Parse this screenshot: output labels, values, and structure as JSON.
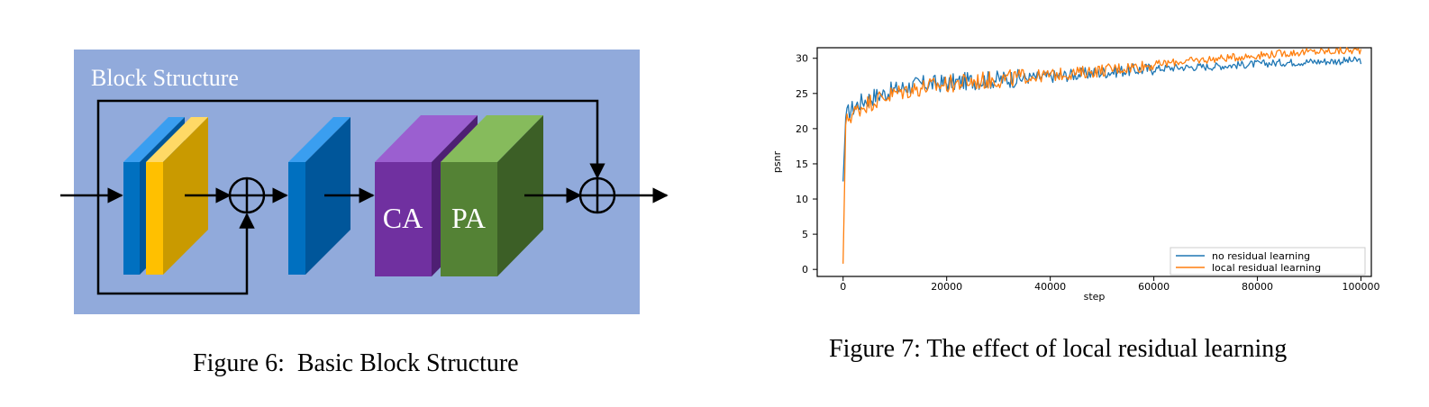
{
  "figure6": {
    "panel_title": "Block Structure",
    "label_ca": "CA",
    "label_pa": "PA",
    "caption": "Figure 6:  Basic Block Structure",
    "colors": {
      "panel": "#91aadb",
      "conv_front": "#0070c0",
      "conv_top": "#3a9ef0",
      "conv_side": "#00569a",
      "relu_front": "#ffc000",
      "relu_top": "#ffd966",
      "relu_side": "#c99a00",
      "ca_front": "#7030a0",
      "ca_top": "#9b5fd0",
      "ca_side": "#4e1f73",
      "pa_front": "#548235",
      "pa_top": "#86bb5c",
      "pa_side": "#3c5f26"
    }
  },
  "figure7": {
    "caption": "Figure 7: The effect of local residual learning",
    "chart_data": {
      "type": "line",
      "xlabel": "step",
      "ylabel": "psnr",
      "xlim": [
        -5000,
        102000
      ],
      "ylim": [
        -1,
        31.5
      ],
      "xticks": [
        0,
        20000,
        40000,
        60000,
        80000,
        100000
      ],
      "xtick_labels": [
        "0",
        "20000",
        "40000",
        "60000",
        "80000",
        "100000"
      ],
      "yticks": [
        0,
        5,
        10,
        15,
        20,
        25,
        30
      ],
      "ytick_labels": [
        "0",
        "5",
        "10",
        "15",
        "20",
        "25",
        "30"
      ],
      "legend_position": "lower-right",
      "series": [
        {
          "name": "no residual learning",
          "color": "#1f77b4",
          "x": [
            0,
            500,
            1000,
            2000,
            3000,
            4000,
            6000,
            8000,
            10000,
            12000,
            15000,
            18000,
            20000,
            25000,
            30000,
            35000,
            40000,
            45000,
            50000,
            55000,
            60000,
            65000,
            70000,
            75000,
            80000,
            85000,
            90000,
            95000,
            100000
          ],
          "y": [
            12.5,
            21.5,
            22.3,
            23.0,
            23.6,
            24.0,
            24.6,
            25.0,
            25.5,
            25.9,
            26.3,
            26.4,
            26.5,
            26.8,
            27.0,
            27.2,
            27.4,
            27.7,
            28.0,
            28.3,
            28.5,
            28.7,
            28.8,
            29.0,
            29.2,
            29.4,
            29.5,
            29.6,
            29.7
          ]
        },
        {
          "name": "local residual learning",
          "color": "#ff7f0e",
          "x": [
            0,
            500,
            1000,
            2000,
            3000,
            4000,
            6000,
            8000,
            10000,
            12000,
            15000,
            18000,
            20000,
            25000,
            30000,
            35000,
            40000,
            45000,
            50000,
            55000,
            60000,
            65000,
            70000,
            75000,
            80000,
            85000,
            90000,
            95000,
            100000
          ],
          "y": [
            0.8,
            20.5,
            21.5,
            22.2,
            22.8,
            23.3,
            24.0,
            24.5,
            25.0,
            25.4,
            25.8,
            26.1,
            26.3,
            26.7,
            27.0,
            27.3,
            27.6,
            27.9,
            28.3,
            28.7,
            29.1,
            29.5,
            29.8,
            30.1,
            30.4,
            30.7,
            30.9,
            31.0,
            31.1
          ]
        }
      ]
    }
  }
}
